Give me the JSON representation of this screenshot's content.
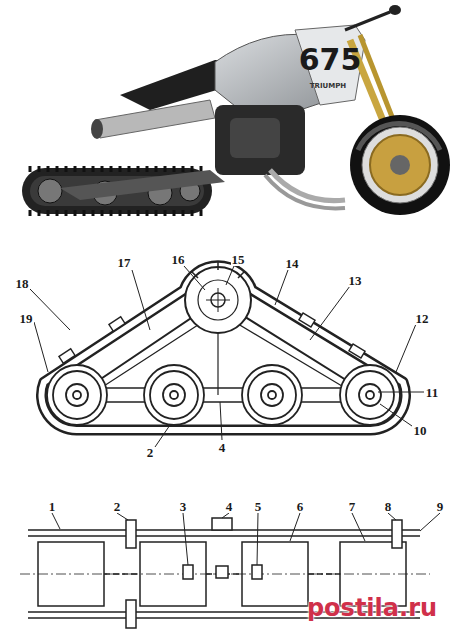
{
  "diagram": {
    "labels": [
      "675",
      "TRIUMPH",
      "18",
      "17",
      "16",
      "15",
      "14",
      "13",
      "12",
      "19",
      "11",
      "10",
      "2",
      "4",
      "1",
      "2",
      "3",
      "4",
      "5",
      "6",
      "7",
      "8",
      "9",
      "postila.ru"
    ]
  }
}
